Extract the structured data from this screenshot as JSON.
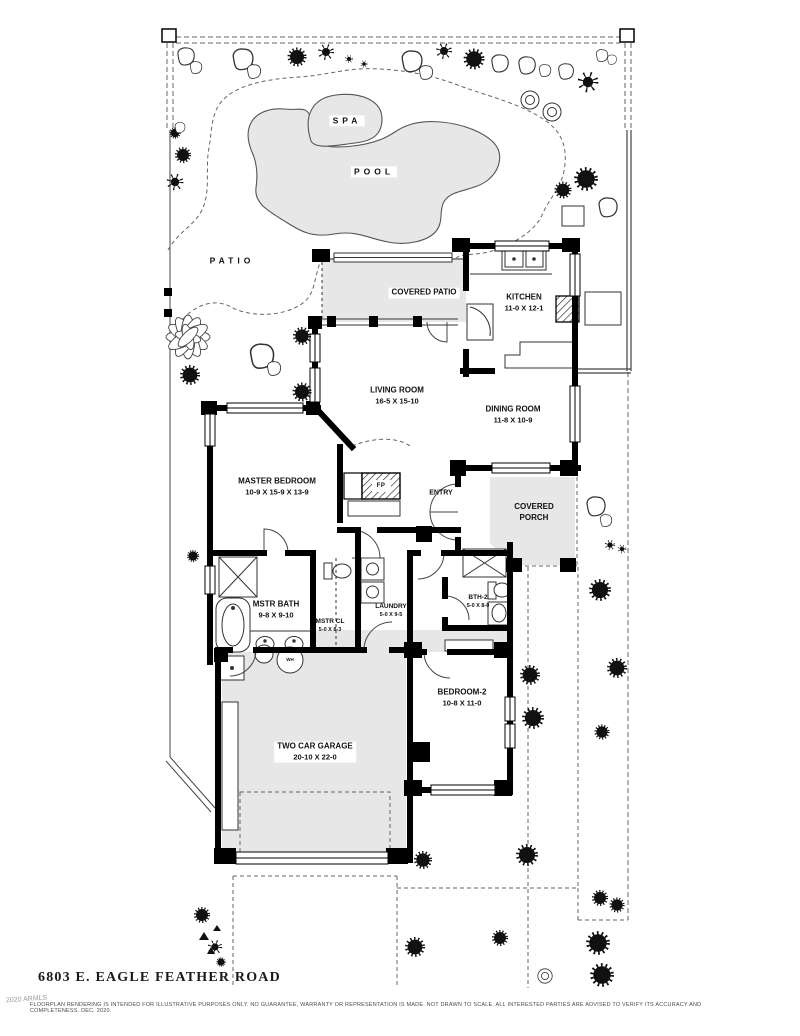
{
  "page": {
    "title": "6803 E. EAGLE FEATHER ROAD",
    "watermark": "2020 ARMLS",
    "disclaimer": "FLOORPLAN RENDERING IS INTENDED FOR ILLUSTRATIVE PURPOSES ONLY.  NO GUARANTEE, WARRANTY OR REPRESENTATION IS MADE.  NOT DRAWN TO SCALE.  ALL INTERESTED PARTIES ARE ADVISED TO VERIFY ITS ACCURACY AND COMPLETENESS.   DEC. 2020."
  },
  "outdoor": {
    "spa_label": "SPA",
    "pool_label": "POOL",
    "patio_label": "PATIO"
  },
  "rooms": {
    "covered_patio": {
      "name": "COVERED PATIO"
    },
    "kitchen": {
      "name": "KITCHEN",
      "dims": "11-0 X 12-1"
    },
    "living_room": {
      "name": "LIVING ROOM",
      "dims": "16-5  X  15-10"
    },
    "dining_room": {
      "name": "DINING ROOM",
      "dims": "11-8  X  10-9"
    },
    "master_bedroom": {
      "name": "MASTER BEDROOM",
      "dims": "10-9 X 15-9 X 13-9"
    },
    "entry": {
      "name": "ENTRY"
    },
    "covered_porch": {
      "name": "COVERED PORCH"
    },
    "mstr_bath": {
      "name": "MSTR BATH",
      "dims": "9-8  X  9-10"
    },
    "mstr_cl": {
      "name": "MSTR CL",
      "dims": "5-0 X 8-3"
    },
    "laundry": {
      "name": "LAUNDRY",
      "dims": "5-0 X 9-5"
    },
    "bth2": {
      "name": "BTH-2",
      "dims": "5-0 X 8-0"
    },
    "bedroom2": {
      "name": "BEDROOM-2",
      "dims": "10-8  X  11-0"
    },
    "garage": {
      "name": "TWO CAR GARAGE",
      "dims": "20-10  X  22-0"
    }
  },
  "fixtures": {
    "fireplace": "FP",
    "water_heater": "WH"
  },
  "colors": {
    "area_fill": "#e7e7e7",
    "wall": "#000000",
    "thin_line": "#333333",
    "dashed_line": "#666666"
  }
}
